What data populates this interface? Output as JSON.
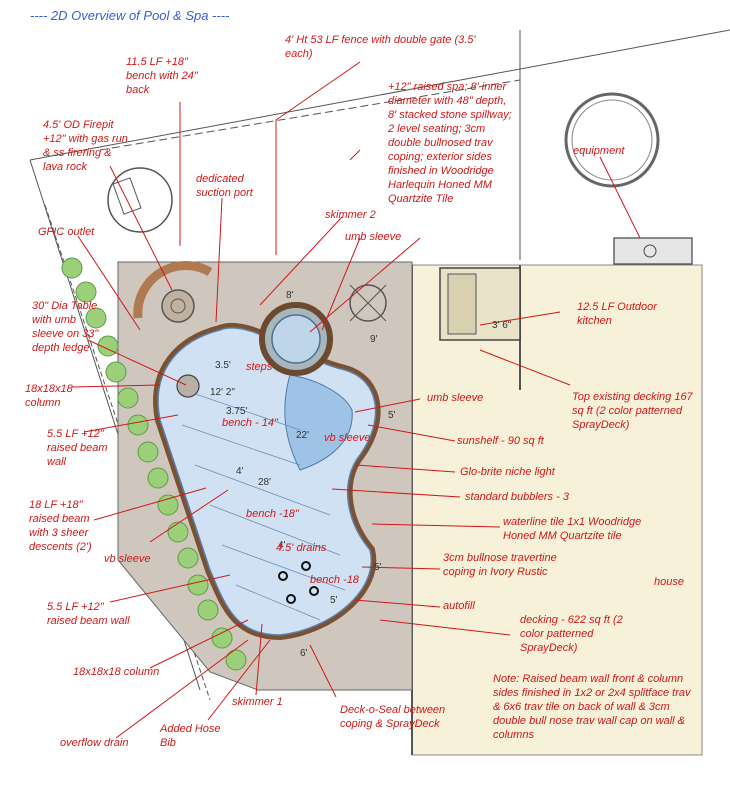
{
  "title": "---- 2D Overview of Pool & Spa ----",
  "labels": {
    "bench_back": "11.5 LF +18\"\nbench with 24\"\nback",
    "fence": "4' Ht 53 LF fence with double gate (3.5'\neach)",
    "spa": "+12\" raised spa; 8' inner\ndiameter with 48\" depth,\n8' stacked stone spillway;\n2 level seating; 3cm\ndouble bullnosed trav\ncoping; exterior sides\nfinished in Woodridge\nHarlequin Honed MM\nQuartzite Tile",
    "firepit": "4.5' OD Firepit\n+12\" with gas run\n& ss firering &\nlava rock",
    "suction_port": "dedicated\nsuction port",
    "equipment": "equipment",
    "skimmer2": "skimmer 2",
    "umb_sleeve_top": "umb sleeve",
    "gfic": "GFIC outlet",
    "outdoor_kitchen": "12.5 LF Outdoor\nkitchen",
    "table": "30\" Dia Table\nwith umb\nsleeve on 33\"\ndepth ledge",
    "column1": "18x18x18\ncolumn",
    "top_decking": "Top existing decking 167\nsq ft (2 color patterned\nSprayDeck)",
    "umb_sleeve_right": "umb sleeve",
    "raised_wall1": "5.5 LF +12\"\nraised beam\nwall",
    "sunshelf": "sunshelf - 90 sq ft",
    "niche_light": "Glo-brite niche light",
    "bubblers": "standard bubblers - 3",
    "raised_beam_sheer": "18 LF +18\"\nraised beam\nwith 3 sheer\ndescents (2')",
    "waterline_tile": "waterline tile 1x1 Woodridge\nHoned MM Quartzite tile",
    "vb_sleeve_left": "vb sleeve",
    "coping": "3cm bullnose travertine\ncoping in Ivory Rustic",
    "house": "house",
    "raised_wall2": "5.5 LF +12\"\nraised beam wall",
    "autofill": "autofill",
    "decking": "decking - 622 sq ft (2\ncolor patterned\nSprayDeck)",
    "column2": "18x18x18 column",
    "note": "Note: Raised beam wall front & column\nsides finished in 1x2 or 2x4 splitface trav\n& 6x6 trav tile on back of wall & 3cm\ndouble bull nose trav wall cap on wall &\ncolumns",
    "skimmer1": "skimmer 1",
    "deck_o_seal": "Deck-o-Seal between\ncoping & SprayDeck",
    "hose_bib": "Added Hose\nBib",
    "overflow_drain": "overflow drain"
  },
  "pool_labels": {
    "steps": "steps",
    "bench14": "bench - 14\"",
    "vb_sleeve": "vb sleeve",
    "bench18": "bench -18\"",
    "drains": "4.5' drains",
    "bench18b": "bench -18"
  },
  "dims": {
    "d1": "3.5'",
    "d2": "12' 2\"",
    "d3": "3.75'",
    "d4": "22'",
    "d5": "4'",
    "d6": "4'",
    "d7": "28'",
    "d8": "5'",
    "d9": "5'",
    "d10": "8'",
    "d11": "9'",
    "d12": "6'",
    "d13": "3' 6\"",
    "d14": "5'"
  },
  "colors": {
    "label_red": "#d01818",
    "title_blue": "#3a5bd6",
    "deck": "#cfc7bd",
    "pool": "#cfe1f2",
    "coping": "#8a6040",
    "house_floor": "#f6f1d8"
  }
}
